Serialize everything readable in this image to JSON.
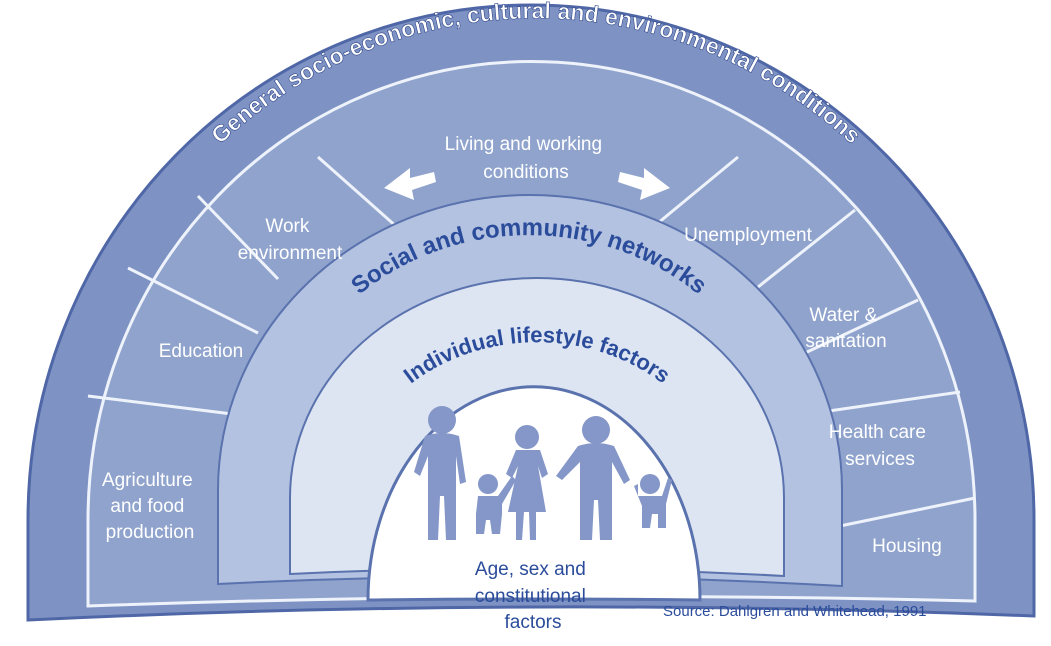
{
  "outer_ring": {
    "text": "General socio-economic, cultural and environmental conditions"
  },
  "living_conditions": {
    "header_line1": "Living and working",
    "header_line2": "conditions",
    "left_segments": [
      {
        "lines": [
          "Work",
          "environment"
        ]
      },
      {
        "lines": [
          "Education"
        ]
      },
      {
        "lines": [
          "Agriculture",
          "and food",
          "production"
        ]
      }
    ],
    "right_segments": [
      {
        "lines": [
          "Unemployment"
        ]
      },
      {
        "lines": [
          "Water &",
          "sanitation"
        ]
      },
      {
        "lines": [
          "Health care",
          "services"
        ]
      },
      {
        "lines": [
          "Housing"
        ]
      }
    ]
  },
  "social_ring": {
    "text": "Social and community networks"
  },
  "lifestyle_ring": {
    "text": "Individual lifestyle factors"
  },
  "core": {
    "line1": "Age, sex and",
    "line2": "constitutional",
    "line3": "factors"
  },
  "source": "Source: Dahlgren and Whitehead, 1991",
  "colors": {
    "outer": "#7e93c4",
    "living": "#8fa3cd",
    "social": "#b3c2e0",
    "lifestyle": "#dde5f3",
    "core": "#ffffff",
    "ring_text": "#2b4c9b",
    "figures": "#8497c8",
    "divider": "#eef2fa"
  }
}
